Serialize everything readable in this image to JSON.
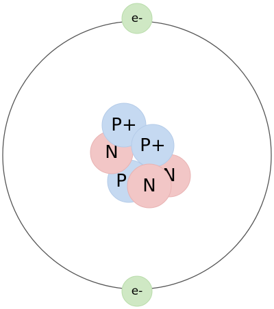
{
  "colors": {
    "orbit": "#555555",
    "proton_fill": "#c5d9f1",
    "proton_stroke": "#b4cbe8",
    "neutron_fill": "#f2c6c6",
    "neutron_stroke": "#e8b2b2",
    "electron_fill": "#cfe8c4",
    "electron_stroke": "#b9dcab",
    "label": "#000000"
  },
  "nucleus": {
    "particles": [
      {
        "kind": "proton",
        "label": "P+"
      },
      {
        "kind": "proton",
        "label": "P+"
      },
      {
        "kind": "neutron",
        "label": "N"
      },
      {
        "kind": "neutron",
        "label": "N"
      },
      {
        "kind": "proton",
        "label": "P+"
      },
      {
        "kind": "neutron",
        "label": "N"
      }
    ]
  },
  "electrons": [
    {
      "label": "e-"
    },
    {
      "label": "e-"
    }
  ]
}
